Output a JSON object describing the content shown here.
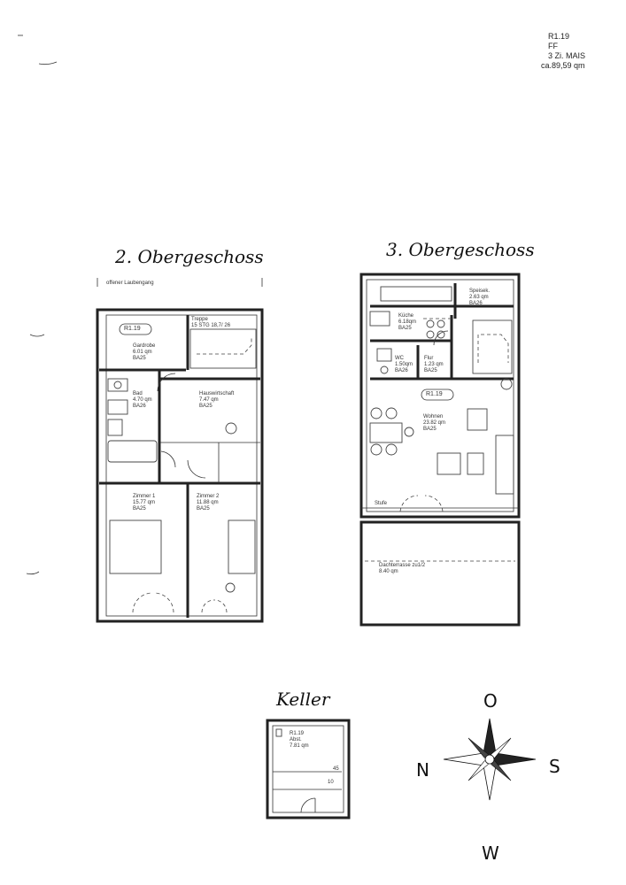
{
  "header": {
    "unit": "R1.19",
    "floor_code": "FF",
    "rooms": "3 Zi. MAIS",
    "area": "ca.89,59 qm"
  },
  "plans": {
    "og2": {
      "title": "2. Obergeschoss",
      "corridor": "offener Laubengang",
      "unit_badge": "R1.19",
      "stair": "Treppe",
      "stair_spec": "15 STG 18,7/ 26",
      "rooms": [
        {
          "name": "Gardrobe",
          "area": "6.01 qm",
          "code": "BA25"
        },
        {
          "name": "Bad",
          "area": "4.70 qm",
          "code": "BA26"
        },
        {
          "name": "Hauswirtschaft",
          "area": "7.47 qm",
          "code": "BA25"
        },
        {
          "name": "Zimmer 1",
          "area": "15.77 qm",
          "code": "BA25"
        },
        {
          "name": "Zimmer 2",
          "area": "11.88 qm",
          "code": "BA25"
        }
      ]
    },
    "og3": {
      "title": "3. Obergeschoss",
      "unit_badge": "R1.19",
      "step": "Stufe",
      "rooms": [
        {
          "name": "Speisek.",
          "area": "2.63 qm",
          "code": "BA26"
        },
        {
          "name": "Küche",
          "area": "6.18qm",
          "code": "BA25"
        },
        {
          "name": "WC",
          "area": "1.50qm",
          "code": "BA26"
        },
        {
          "name": "Flur",
          "area": "1.23 qm",
          "code": "BA25"
        },
        {
          "name": "Wohnen",
          "area": "23.82 qm",
          "code": "BA25"
        },
        {
          "name": "Dachterrasse zu1/2",
          "area": "8.40 qm",
          "code": ""
        }
      ]
    },
    "keller": {
      "title": "Keller",
      "unit": "R1.19",
      "room": "Abst.",
      "area": "7.81 qm",
      "dim1": "45",
      "dim2": "10"
    }
  },
  "compass": {
    "north": "N",
    "top": "O",
    "right": "S",
    "bottom": "W"
  }
}
